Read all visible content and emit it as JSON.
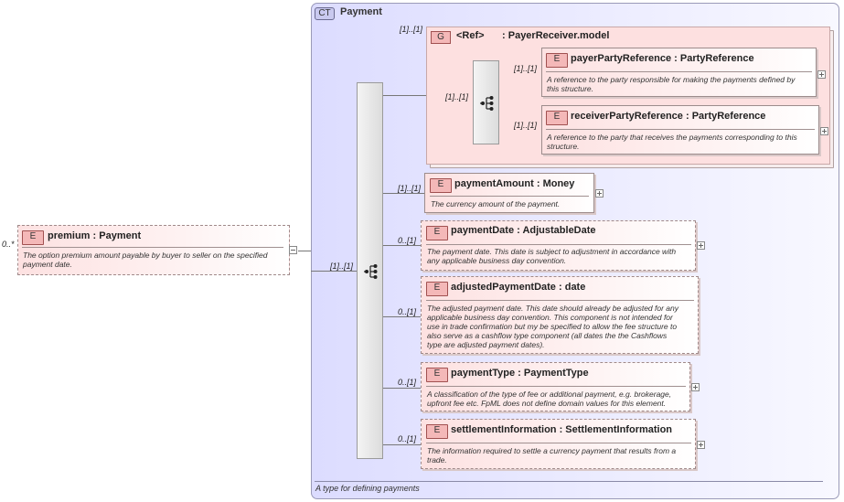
{
  "complex_type": {
    "badge": "CT",
    "name": "Payment",
    "documentation": "A type for defining payments"
  },
  "root_element": {
    "badge": "E",
    "name": "premium",
    "type": "Payment",
    "cardinality": "0..*",
    "documentation_lines": [
      "The option premium amount payable by buyer to seller on the specified",
      "payment date."
    ]
  },
  "sequence_cardinality": "[1]..[1]",
  "group": {
    "badge": "G",
    "ref": "<Ref>",
    "type": "PayerReceiver.model",
    "cardinality": "[1]..[1]",
    "sequence_cardinality": "[1]..[1]",
    "elements": [
      {
        "badge": "E",
        "name": "payerPartyReference",
        "type": "PartyReference",
        "cardinality": "[1]..[1]",
        "documentation_lines": [
          "A reference to the party responsible for making the payments defined by",
          "this structure."
        ]
      },
      {
        "badge": "E",
        "name": "receiverPartyReference",
        "type": "PartyReference",
        "cardinality": "[1]..[1]",
        "documentation_lines": [
          "A reference to the party that receives the payments corresponding to this",
          "structure."
        ]
      }
    ]
  },
  "elements": [
    {
      "badge": "E",
      "name": "paymentAmount",
      "type": "Money",
      "cardinality": "[1]..[1]",
      "documentation_lines": [
        "The currency amount of the payment."
      ]
    },
    {
      "badge": "E",
      "name": "paymentDate",
      "type": "AdjustableDate",
      "cardinality": "0..[1]",
      "documentation_lines": [
        "The payment date. This date is subject to adjustment in accordance with",
        "any applicable business day convention."
      ]
    },
    {
      "badge": "E",
      "name": "adjustedPaymentDate",
      "type": "date",
      "cardinality": "0..[1]",
      "documentation_lines": [
        "The adjusted payment date. This date should already be adjusted for any",
        "applicable business day convention. This component is not intended for",
        "use in trade confirmation but my be specified to allow the fee structure to",
        "also serve as a cashflow type component (all dates the the Cashflows",
        "type are adjusted payment dates)."
      ]
    },
    {
      "badge": "E",
      "name": "paymentType",
      "type": "PaymentType",
      "cardinality": "0..[1]",
      "documentation_lines": [
        "A classification of the type of fee or additional payment, e.g. brokerage,",
        "upfront fee etc. FpML does not define domain values for this element."
      ]
    },
    {
      "badge": "E",
      "name": "settlementInformation",
      "type": "SettlementInformation",
      "cardinality": "0..[1]",
      "documentation_lines": [
        "The information required to settle a currency payment that results from a",
        "trade."
      ]
    }
  ]
}
